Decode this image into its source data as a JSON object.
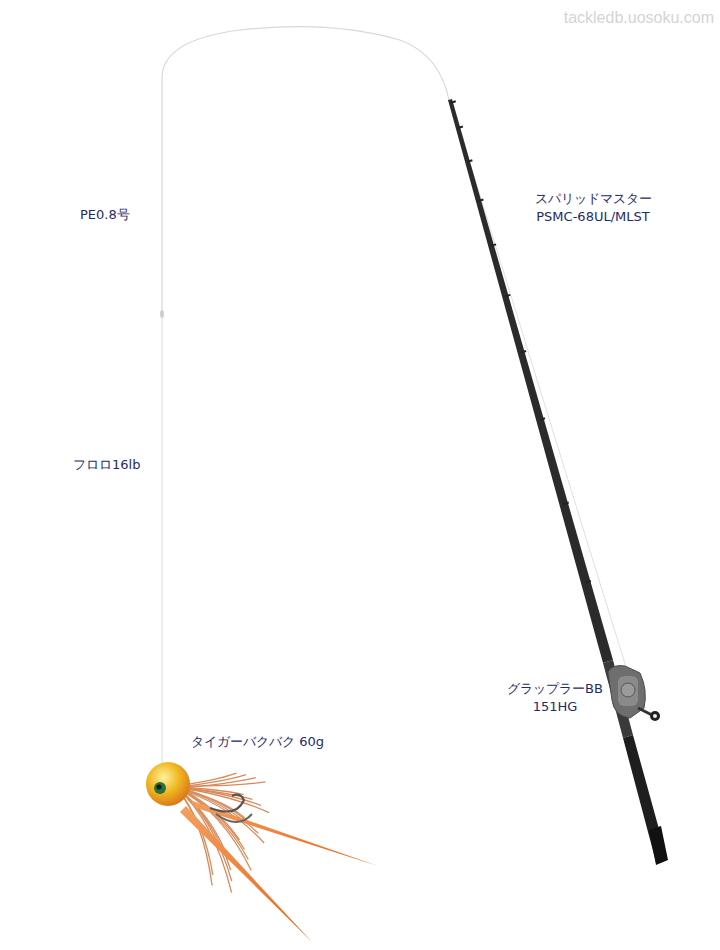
{
  "diagram": {
    "labels": [
      "tackledb.uosoku.com",
      "PE0.8号",
      "フロロ16lb",
      "スパリッドマスター PSMC-68UL/MLST",
      "グラップラーBB 151HG",
      "タイガーバクバク 60g"
    ]
  }
}
